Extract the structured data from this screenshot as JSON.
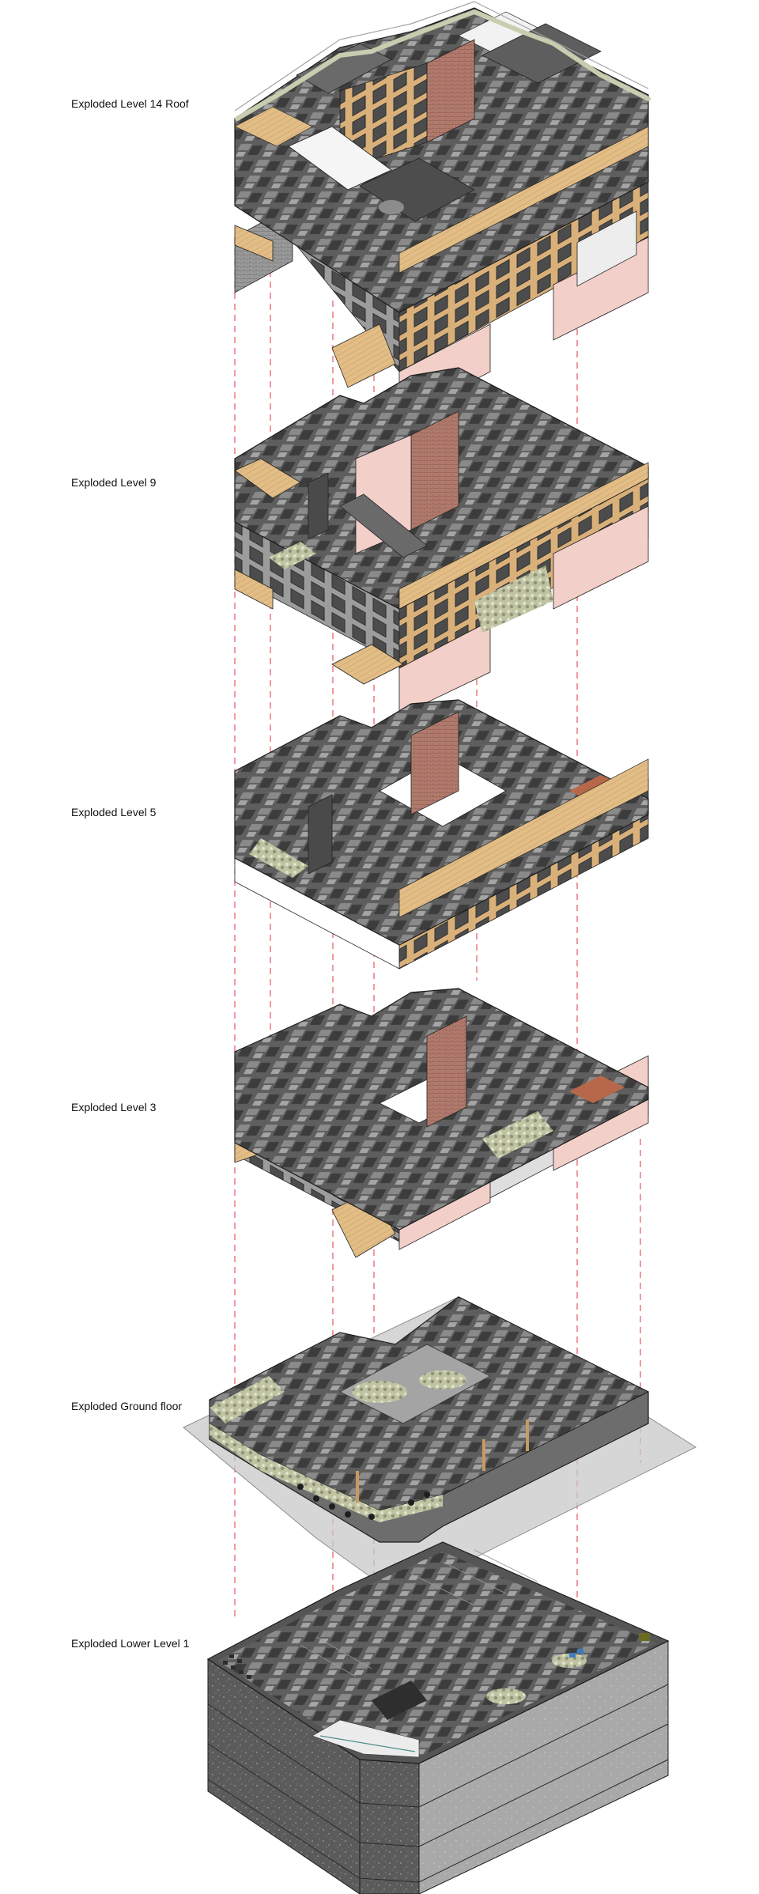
{
  "diagram": {
    "type": "exploded-axonometric",
    "colors": {
      "background": "#ffffff",
      "guide_line": "#e8585f",
      "timber": "#d9b07a",
      "timber_light": "#efd3a2",
      "brick_pink": "#f2cfc8",
      "brick_red": "#a86f63",
      "interior_dark": "#4a4a4a",
      "interior_mid": "#7a7a7a",
      "interior_light": "#b9b9b9",
      "glass": "#dfe3e4",
      "planting": "#c9cdb0",
      "facade_concrete": "#6d6d6d",
      "slab": "#cfcfcf"
    },
    "levels": [
      {
        "id": "roof",
        "label": "Exploded Level 14 Roof"
      },
      {
        "id": "l9",
        "label": "Exploded Level 9"
      },
      {
        "id": "l5",
        "label": "Exploded Level 5"
      },
      {
        "id": "l3",
        "label": "Exploded Level 3"
      },
      {
        "id": "ground",
        "label": "Exploded Ground floor"
      },
      {
        "id": "ll1",
        "label": "Exploded Lower Level 1"
      }
    ],
    "guide_lines_count": 6
  }
}
